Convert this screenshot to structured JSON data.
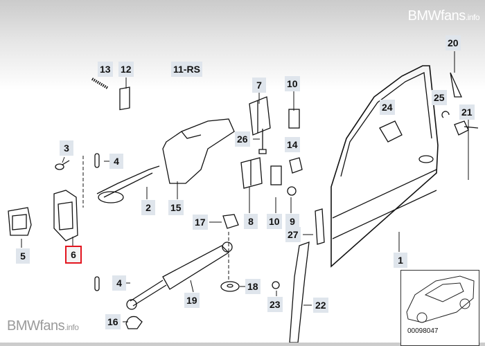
{
  "watermark": {
    "brand": "BMWfans",
    "suffix": ".info"
  },
  "diagram_code": "00098047",
  "selected_label": "6",
  "labels": [
    "13",
    "12",
    "11-RS",
    "7",
    "10",
    "20",
    "25",
    "24",
    "21",
    "26",
    "14",
    "3",
    "4",
    "2",
    "15",
    "8",
    "10",
    "9",
    "17",
    "27",
    "5",
    "6",
    "1",
    "4",
    "18",
    "19",
    "23",
    "22",
    "16"
  ],
  "colors": {
    "label_bg": "#dfe5ec",
    "selected_border": "#e3141e"
  }
}
